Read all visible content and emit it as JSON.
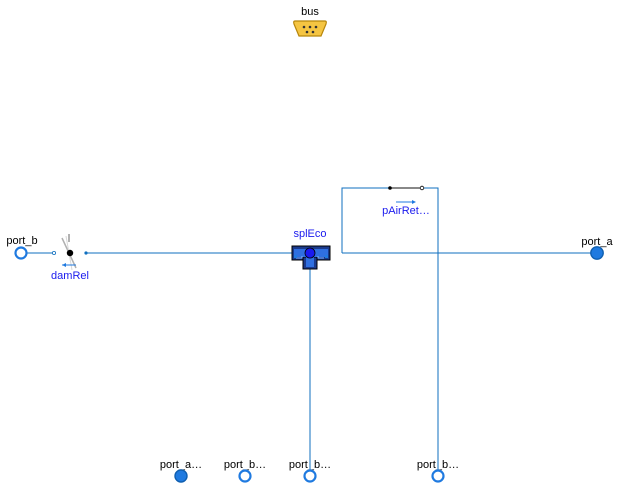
{
  "diagram": {
    "bus": {
      "label": "bus",
      "icon": "bus-connector-icon",
      "color": "#f5c542"
    },
    "components": {
      "damper": {
        "label": "damRel",
        "icon": "damper-icon"
      },
      "splitter": {
        "label": "splEco",
        "icon": "splitter-icon"
      },
      "pressure_sensor": {
        "label": "pAirRet…",
        "icon": "pressure-sensor-icon"
      }
    },
    "ports": {
      "port_b_left": {
        "label": "port_b",
        "style": "outlet"
      },
      "port_a_right": {
        "label": "port_a",
        "style": "inlet"
      },
      "port_a_bottom": {
        "label": "port_a…",
        "style": "inlet"
      },
      "port_b_bottom_1": {
        "label": "port_b…",
        "style": "outlet"
      },
      "port_b_bottom_2": {
        "label": "port_b…",
        "style": "outlet"
      },
      "port_b_bottom_3": {
        "label": "port_b…",
        "style": "outlet"
      }
    },
    "colors": {
      "wire": "#0f6fbf",
      "port_fill": "#1f7ae0",
      "port_outline": "#0f5fb0",
      "label_blue": "#1a1aee",
      "label_black": "#000000"
    }
  }
}
